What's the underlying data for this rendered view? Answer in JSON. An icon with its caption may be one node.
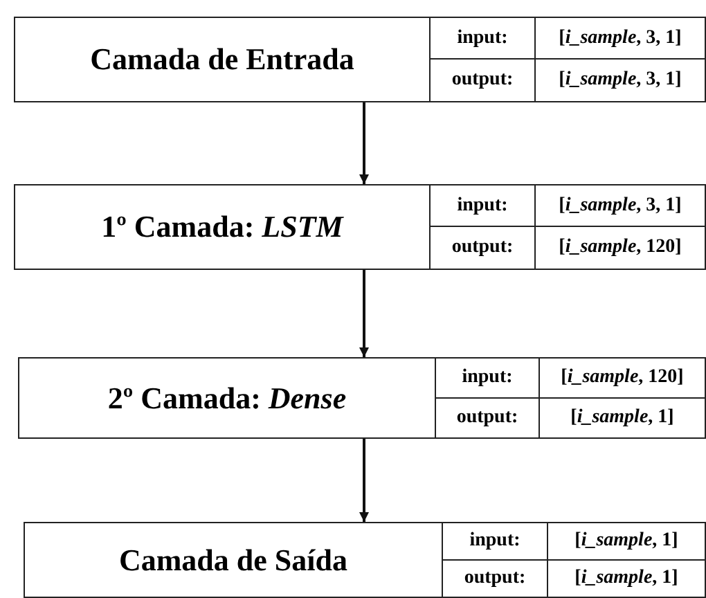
{
  "diagram": {
    "nodes": [
      {
        "text": [
          "Camada de Entrada",
          "input:",
          "[*i_sample*, 3, 1]",
          "output:",
          "[*i_sample*, 3, 1]"
        ]
      },
      {
        "text": [
          "1º Camada: *LSTM*",
          "input:",
          "[*i_sample*, 3, 1]",
          "output:",
          "[*i_sample*, 120]"
        ]
      },
      {
        "text": [
          "2º Camada: *Dense*",
          "input:",
          "[*i_sample*, 120]",
          "output:",
          "[*i_sample*, 1]"
        ]
      },
      {
        "text": [
          "Camada de Saída",
          "input:",
          "[*i_sample*, 1]",
          "output:",
          "[*i_sample*, 1]"
        ]
      }
    ],
    "edges": [
      {
        "from": 0,
        "to": 1,
        "arrow": "to"
      },
      {
        "from": 1,
        "to": 2,
        "arrow": "to"
      },
      {
        "from": 2,
        "to": 3,
        "arrow": "to"
      }
    ]
  }
}
